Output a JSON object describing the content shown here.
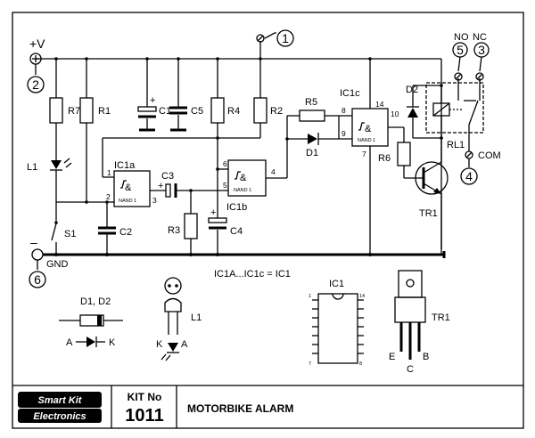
{
  "footer": {
    "brand_line1": "Smart Kit",
    "brand_line2": "Electronics",
    "kit_no_label": "KIT No",
    "kit_number": "1011",
    "title": "MOTORBIKE ALARM"
  },
  "terminals": {
    "plus": "+V",
    "minus": "–",
    "gnd": "GND",
    "no": "NO",
    "nc": "NC",
    "com": "COM",
    "t1": "1",
    "t2": "2",
    "t3": "3",
    "t4": "4",
    "t5": "5",
    "t6": "6"
  },
  "components": {
    "r7": "R7",
    "r1": "R1",
    "r4": "R4",
    "r2": "R2",
    "r5": "R5",
    "r6": "R6",
    "r3": "R3",
    "c1": "C1",
    "c5": "C5",
    "c2": "C2",
    "c3": "C3",
    "c4": "C4",
    "l1": "L1",
    "s1": "S1",
    "d1": "D1",
    "d2": "D2",
    "rl1": "RL1",
    "tr1": "TR1",
    "ic1a": "IC1a",
    "ic1b": "IC1b",
    "ic1c": "IC1c",
    "nand": "NAND 1",
    "amp": "&",
    "plus_mark": "+"
  },
  "pins": {
    "a1": "1",
    "a2": "2",
    "a3": "3",
    "b4": "4",
    "b5": "5",
    "b6": "6",
    "c8": "8",
    "c9": "9",
    "c10": "10",
    "c14": "14",
    "c7": "7"
  },
  "legend": {
    "ic_note": "IC1A...IC1c = IC1",
    "diodes": "D1, D2",
    "anode": "A",
    "cathode": "K",
    "led": "L1",
    "led_k": "K",
    "led_a": "A",
    "ic": "IC1",
    "ic_pin1": "1",
    "ic_pin7": "7",
    "ic_pin8": "8",
    "ic_pin14": "14",
    "tr": "TR1",
    "tr_e": "E",
    "tr_c": "C",
    "tr_b": "B"
  }
}
